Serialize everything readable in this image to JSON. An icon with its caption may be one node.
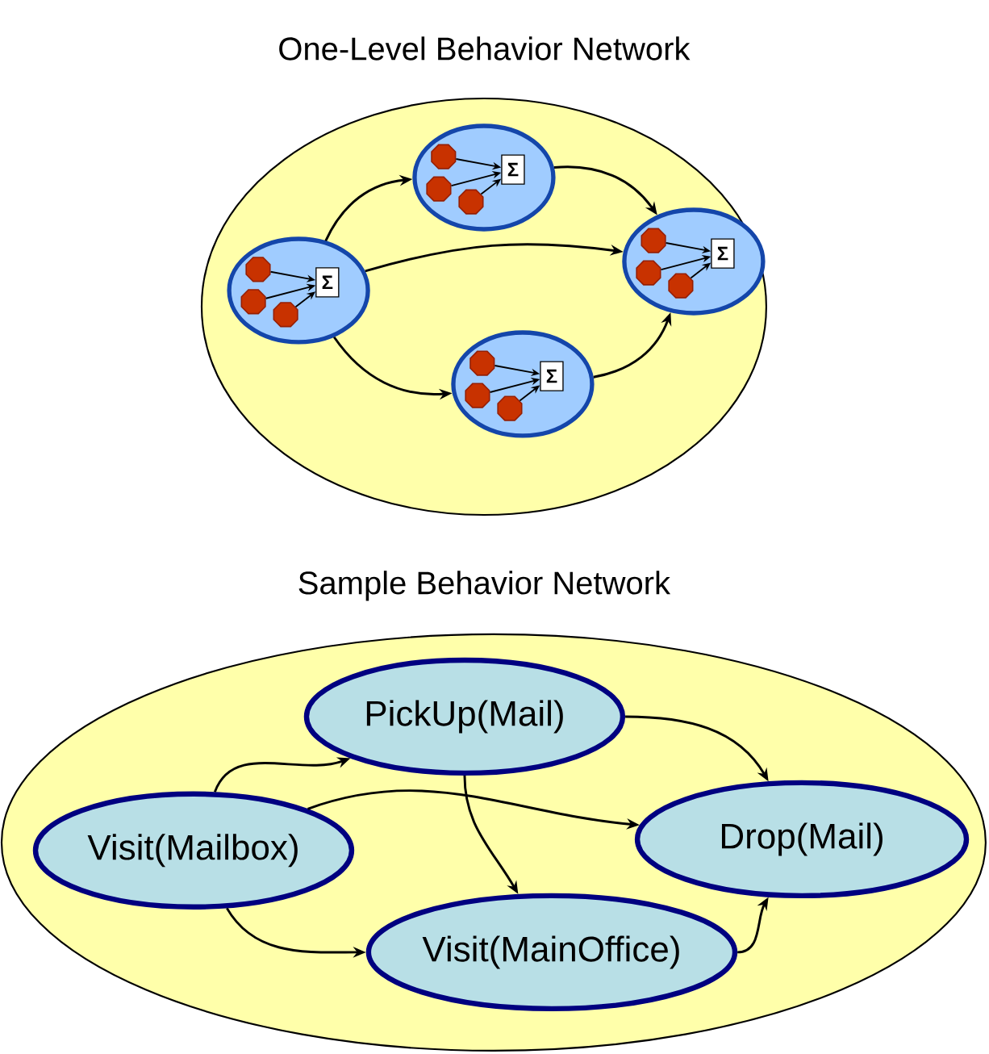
{
  "diagram": {
    "nodes": [
      {
        "text": [
          "One-Level Behavior Network"
        ]
      },
      {
        "text": [],
        "shape": "ellipse",
        "in": 0
      },
      {
        "text": [],
        "shape": "circle",
        "in": 1
      },
      {
        "text": [],
        "shape": "circle",
        "in": 1
      },
      {
        "text": [],
        "shape": "circle",
        "in": 1
      },
      {
        "text": [
          "Σ"
        ],
        "in": 1
      },
      {
        "text": [],
        "shape": "ellipse",
        "in": 0
      },
      {
        "text": [],
        "shape": "circle",
        "in": 6
      },
      {
        "text": [],
        "shape": "circle",
        "in": 6
      },
      {
        "text": [],
        "shape": "circle",
        "in": 6
      },
      {
        "text": [
          "Σ"
        ],
        "in": 6
      },
      {
        "text": [],
        "shape": "ellipse",
        "in": 0
      },
      {
        "text": [],
        "shape": "circle",
        "in": 11
      },
      {
        "text": [],
        "shape": "circle",
        "in": 11
      },
      {
        "text": [],
        "shape": "circle",
        "in": 11
      },
      {
        "text": [
          "Σ"
        ],
        "in": 11
      },
      {
        "text": [],
        "shape": "ellipse",
        "in": 0
      },
      {
        "text": [],
        "shape": "circle",
        "in": 16
      },
      {
        "text": [],
        "shape": "circle",
        "in": 16
      },
      {
        "text": [],
        "shape": "circle",
        "in": 16
      },
      {
        "text": [
          "Σ"
        ],
        "in": 16
      },
      {
        "text": [
          "Sample Behavior Network"
        ]
      },
      {
        "text": [
          "PickUp(Mail)"
        ],
        "in": 21
      },
      {
        "text": [
          "Visit(Mailbox)"
        ],
        "in": 21
      },
      {
        "text": [
          "Drop(Mail)"
        ],
        "in": 21
      },
      {
        "text": [
          "Visit(MainOffice)"
        ],
        "in": 21
      }
    ],
    "edges": [
      {
        "from": 1,
        "to": 6,
        "arrow": "to"
      },
      {
        "from": 1,
        "to": 11,
        "arrow": "to"
      },
      {
        "from": 1,
        "to": 16,
        "arrow": "to"
      },
      {
        "from": 6,
        "to": 11,
        "arrow": "to"
      },
      {
        "from": 16,
        "to": 11,
        "arrow": "to"
      },
      {
        "from": 2,
        "to": 5,
        "arrow": "to"
      },
      {
        "from": 3,
        "to": 5,
        "arrow": "to"
      },
      {
        "from": 4,
        "to": 5,
        "arrow": "to"
      },
      {
        "from": 7,
        "to": 10,
        "arrow": "to"
      },
      {
        "from": 8,
        "to": 10,
        "arrow": "to"
      },
      {
        "from": 9,
        "to": 10,
        "arrow": "to"
      },
      {
        "from": 12,
        "to": 15,
        "arrow": "to"
      },
      {
        "from": 13,
        "to": 15,
        "arrow": "to"
      },
      {
        "from": 14,
        "to": 15,
        "arrow": "to"
      },
      {
        "from": 17,
        "to": 20,
        "arrow": "to"
      },
      {
        "from": 18,
        "to": 20,
        "arrow": "to"
      },
      {
        "from": 19,
        "to": 20,
        "arrow": "to"
      },
      {
        "from": 23,
        "to": 22,
        "arrow": "to"
      },
      {
        "from": 23,
        "to": 24,
        "arrow": "to"
      },
      {
        "from": 23,
        "to": 25,
        "arrow": "to"
      },
      {
        "from": 22,
        "to": 24,
        "arrow": "to"
      },
      {
        "from": 22,
        "to": 25,
        "arrow": "to"
      },
      {
        "from": 25,
        "to": 24,
        "arrow": "to"
      }
    ]
  }
}
